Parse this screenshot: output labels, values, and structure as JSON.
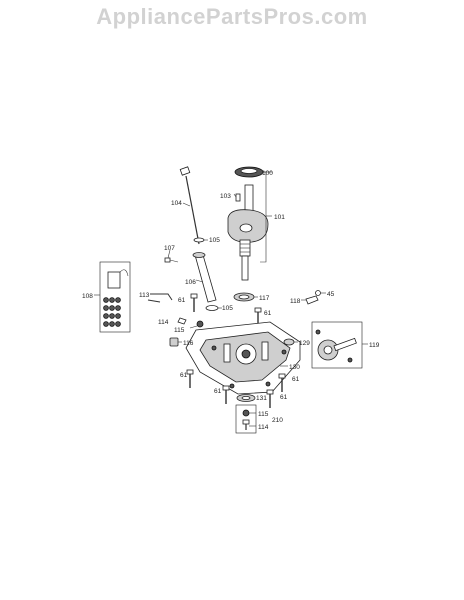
{
  "watermark": "AppliancePartsPros.com",
  "callouts": {
    "c100": "100",
    "c103": "103",
    "c101": "101",
    "c104": "104",
    "c105a": "105",
    "c107": "107",
    "c106": "106",
    "c108": "108",
    "c113": "113",
    "c61a": "61",
    "c105b": "105",
    "c117": "117",
    "c118": "118",
    "c45": "45",
    "c114a": "114",
    "c115a": "115",
    "c61b": "61",
    "c116": "116",
    "c129": "129",
    "c119": "119",
    "c130": "130",
    "c61c": "61",
    "c61d": "61",
    "c61e": "61",
    "c131": "131",
    "c61f": "61",
    "c115b": "115",
    "c210": "210",
    "c114b": "114"
  }
}
